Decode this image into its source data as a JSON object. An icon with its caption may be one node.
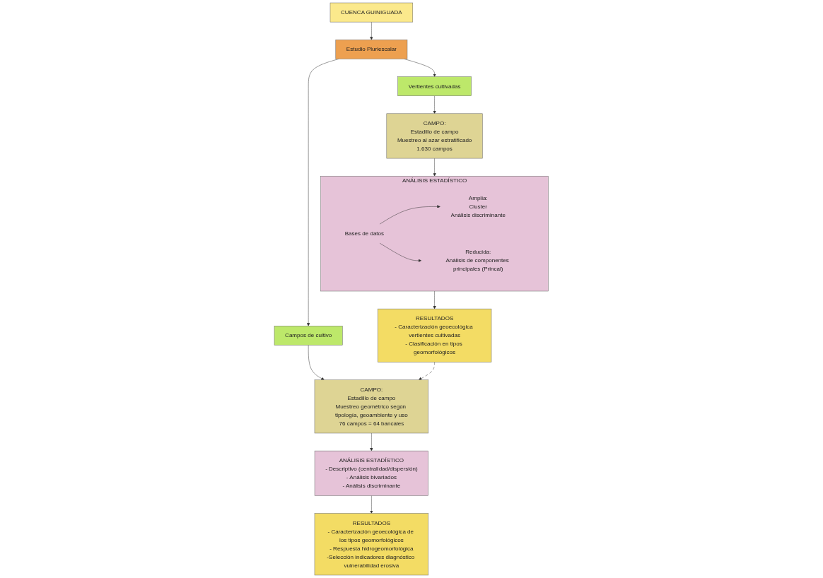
{
  "diagram": {
    "nodes": [
      {
        "text": [
          "CUENCA GUINIGUADA"
        ]
      },
      {
        "text": [
          "Estudio Pluriescalar"
        ]
      },
      {
        "text": [
          "Vertientes cultivadas"
        ]
      },
      {
        "text": [
          "Campos de cultivo"
        ]
      },
      {
        "text": [
          "CAMPO:",
          "Estadillo de campo",
          "Muestreo al azar estratificado",
          "1.630 campos"
        ]
      },
      {
        "text": [
          "CAMPO:",
          "Estadillo de campo",
          "Muestreo geométrico según tipología, geoambiente y uso",
          "76 campos = 64 bancales"
        ]
      },
      {
        "text": [
          "ANÁLISIS ESTADÍSTICO"
        ]
      },
      {
        "text": [
          "Bases de datos"
        ],
        "in": 6
      },
      {
        "text": [
          "Amplia:"
        ],
        "in": 6,
        "beside": [
          "Cluster",
          "Análisis discriminante"
        ]
      },
      {
        "text": [
          "Reducida:"
        ],
        "in": 6,
        "beside": [
          "Análisis de componentes principales (Princal)"
        ]
      },
      {
        "text": [
          "ANÁLISIS ESTADÍSTICO",
          "- Descriptivo (centralidad/dispersión)",
          "- Análisis bivariados",
          "- Análisis discriminante"
        ]
      },
      {
        "text": [
          "RESULTADOS",
          "- Caracterización geoecológica vertientes cultivadas",
          "- Clasificación en tipos geomorfológicos"
        ]
      },
      {
        "text": [
          "RESULTADOS",
          "- Caracterización geoecológica de los tipos geomorfológicos",
          "- Respuesta hidrogeomorfológica",
          "-Selección indicadores diagnóstico vulnerabilidad erosiva"
        ]
      }
    ],
    "edges": [
      {
        "from": 0,
        "to": 1,
        "arrow": "to"
      },
      {
        "from": 1,
        "to": 2,
        "arrow": "to"
      },
      {
        "from": 1,
        "to": 3,
        "arrow": "to"
      },
      {
        "from": 2,
        "to": 4,
        "arrow": "to"
      },
      {
        "from": 3,
        "to": 5,
        "arrow": "to"
      },
      {
        "from": 4,
        "to": 6,
        "arrow": "to"
      },
      {
        "from": 7,
        "to": 8,
        "arrow": "to"
      },
      {
        "from": 7,
        "to": 9,
        "arrow": "to"
      },
      {
        "from": 5,
        "to": 10,
        "arrow": "to"
      },
      {
        "from": 6,
        "to": 11,
        "arrow": "to"
      },
      {
        "from": 10,
        "to": 12,
        "arrow": "to"
      },
      {
        "from": 11,
        "to": 5,
        "arrow": "to",
        "style": "dashed"
      }
    ]
  }
}
